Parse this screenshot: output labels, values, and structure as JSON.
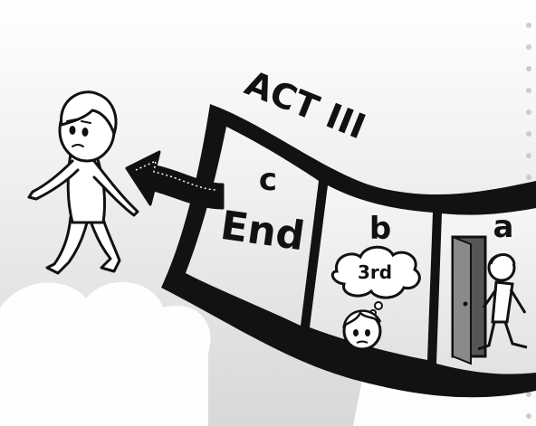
{
  "colors": {
    "background_top": "#ffffff",
    "background_bottom": "#dcdcdc",
    "film_strip": "#121212",
    "frame_fill": "#ececec",
    "arrow": "#111111",
    "ink": "#111111"
  },
  "act_title": "ACT III",
  "frames": [
    {
      "letter": "c",
      "caption": "End"
    },
    {
      "letter": "b",
      "thought": "3rd"
    },
    {
      "letter": "a"
    }
  ],
  "icons": {
    "arrow": "back-arrow-icon",
    "boy": "walking-boy-icon",
    "door": "door-icon"
  }
}
